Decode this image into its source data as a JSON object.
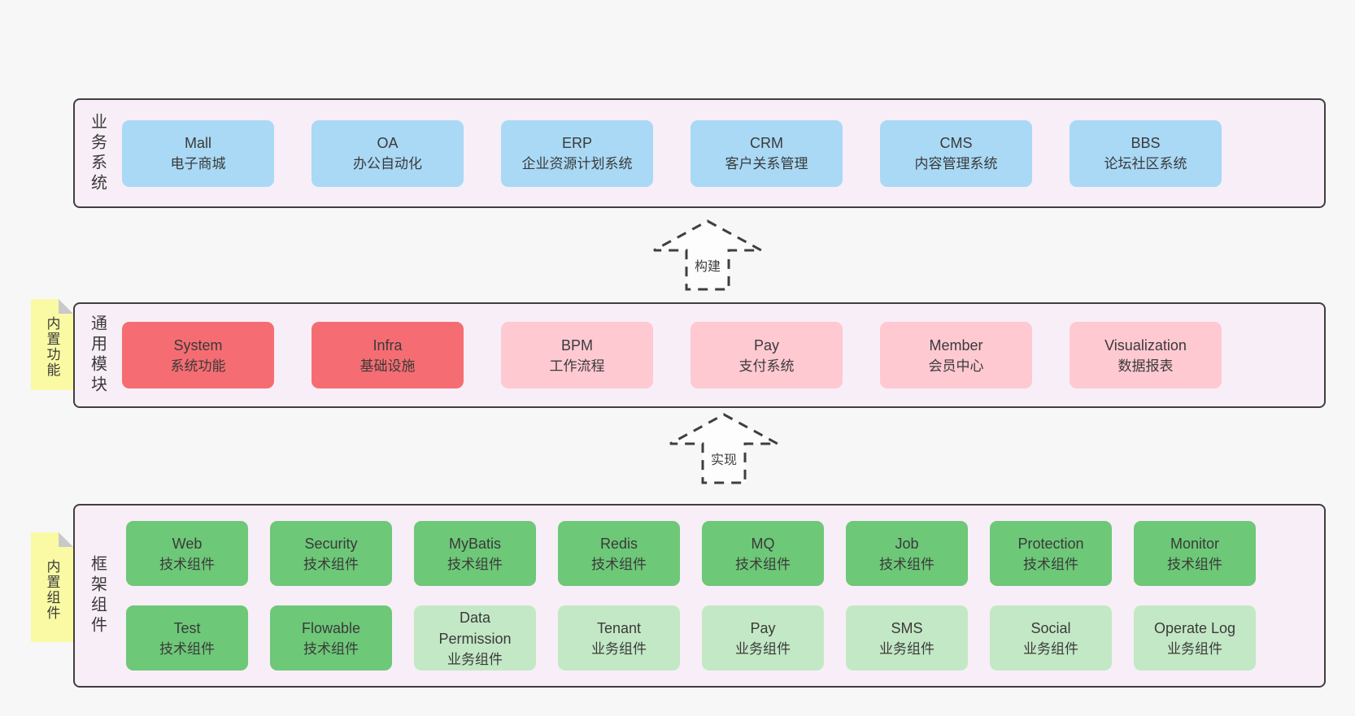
{
  "colors": {
    "page-bg": "#f7f7f7",
    "band-bg": "#f8eef7",
    "line": "#3f3f3f",
    "text": "#3a3a3a",
    "blue": "#a9d9f5",
    "red": "#f56d72",
    "pink": "#ffc9d2",
    "green": "#6dc878",
    "lightgreen": "#c3e8c5",
    "yellow": "#fafaa5",
    "fold": "#c9c9c9",
    "arrow-fill": "#fdfdfd"
  },
  "bands": [
    {
      "label": "业务系统",
      "rows": [
        [
          {
            "name": "Mall",
            "subtitle": "电子商城"
          },
          {
            "name": "OA",
            "subtitle": "办公自动化"
          },
          {
            "name": "ERP",
            "subtitle": "企业资源计划系统"
          },
          {
            "name": "CRM",
            "subtitle": "客户关系管理"
          },
          {
            "name": "CMS",
            "subtitle": "内容管理系统"
          },
          {
            "name": "BBS",
            "subtitle": "论坛社区系统"
          }
        ]
      ]
    },
    {
      "label": "通用模块",
      "sticky": "内置功能",
      "rows": [
        [
          {
            "name": "System",
            "subtitle": "系统功能"
          },
          {
            "name": "Infra",
            "subtitle": "基础设施"
          },
          {
            "name": "BPM",
            "subtitle": "工作流程"
          },
          {
            "name": "Pay",
            "subtitle": "支付系统"
          },
          {
            "name": "Member",
            "subtitle": "会员中心"
          },
          {
            "name": "Visualization",
            "subtitle": "数据报表"
          }
        ]
      ]
    },
    {
      "label": "框架组件",
      "sticky": "内置组件",
      "rows": [
        [
          {
            "name": "Web",
            "subtitle": "技术组件"
          },
          {
            "name": "Security",
            "subtitle": "技术组件"
          },
          {
            "name": "MyBatis",
            "subtitle": "技术组件"
          },
          {
            "name": "Redis",
            "subtitle": "技术组件"
          },
          {
            "name": "MQ",
            "subtitle": "技术组件"
          },
          {
            "name": "Job",
            "subtitle": "技术组件"
          },
          {
            "name": "Protection",
            "subtitle": "技术组件"
          },
          {
            "name": "Monitor",
            "subtitle": "技术组件"
          }
        ],
        [
          {
            "name": "Test",
            "subtitle": "技术组件"
          },
          {
            "name": "Flowable",
            "subtitle": "技术组件"
          },
          {
            "name": "Data Permission",
            "subtitle": "业务组件"
          },
          {
            "name": "Tenant",
            "subtitle": "业务组件"
          },
          {
            "name": "Pay",
            "subtitle": "业务组件"
          },
          {
            "name": "SMS",
            "subtitle": "业务组件"
          },
          {
            "name": "Social",
            "subtitle": "业务组件"
          },
          {
            "name": "Operate Log",
            "subtitle": "业务组件"
          }
        ]
      ]
    }
  ],
  "arrows": [
    {
      "label": "构建"
    },
    {
      "label": "实现"
    }
  ]
}
